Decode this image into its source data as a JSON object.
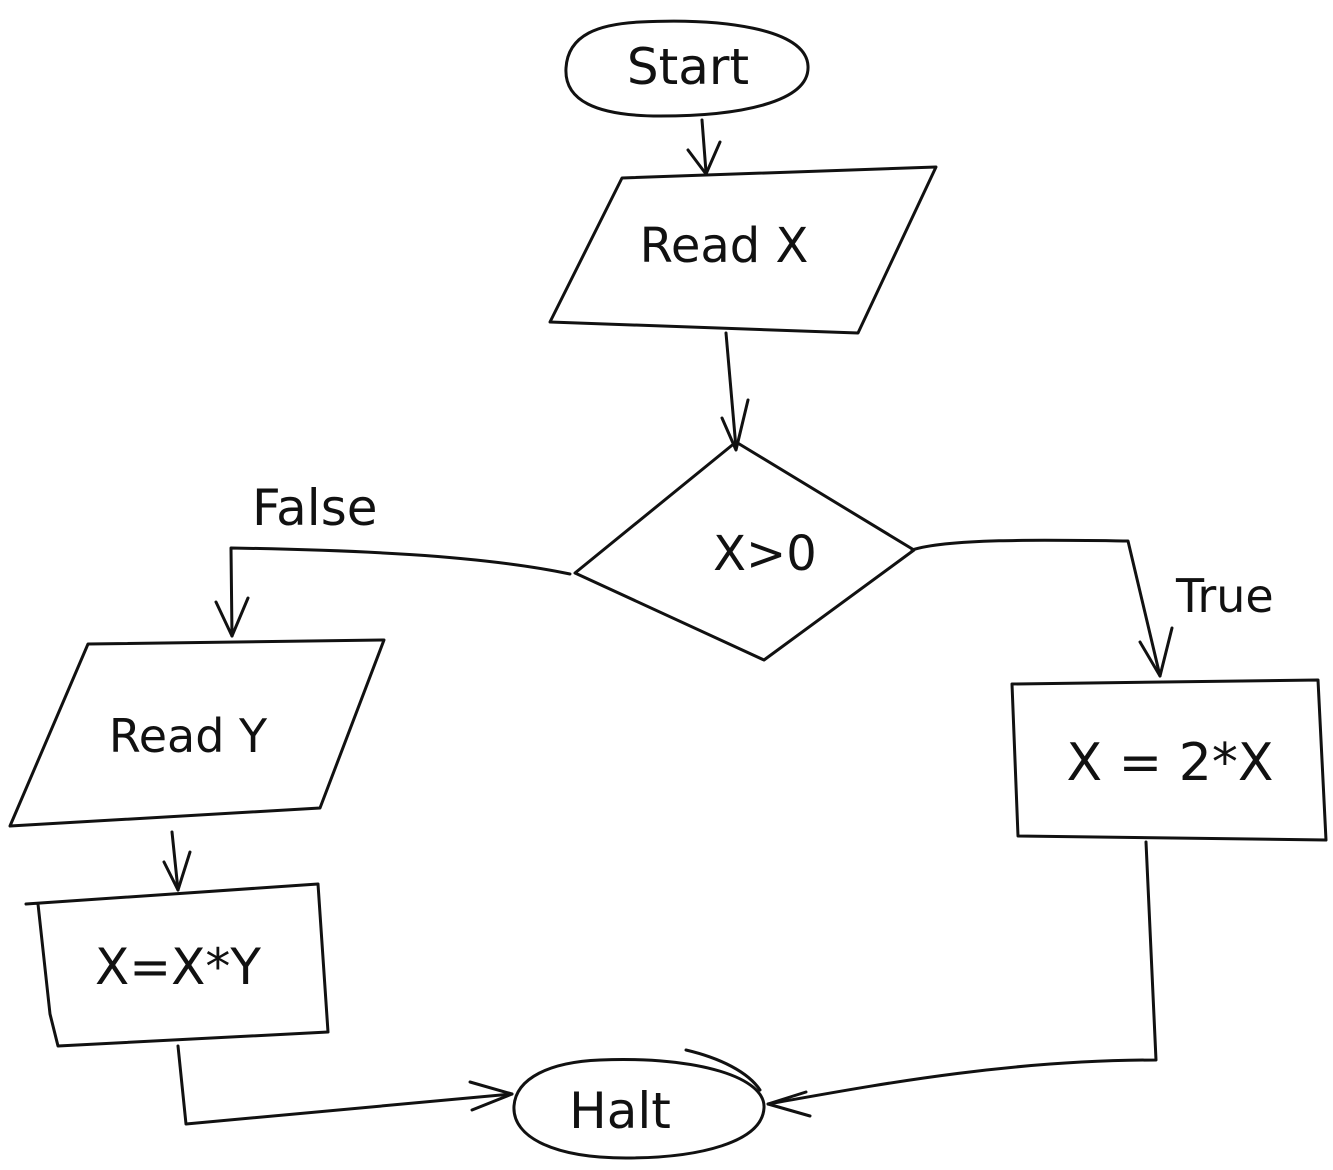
{
  "nodes": {
    "start": "Start",
    "read_x": "Read X",
    "decision": "X>0",
    "read_y": "Read Y",
    "assign_false": "X=X*Y",
    "assign_true": "X = 2*X",
    "halt": "Halt"
  },
  "edges": {
    "false_label": "False",
    "true_label": "True"
  },
  "colors": {
    "ink": "#111111",
    "background": "#ffffff"
  }
}
